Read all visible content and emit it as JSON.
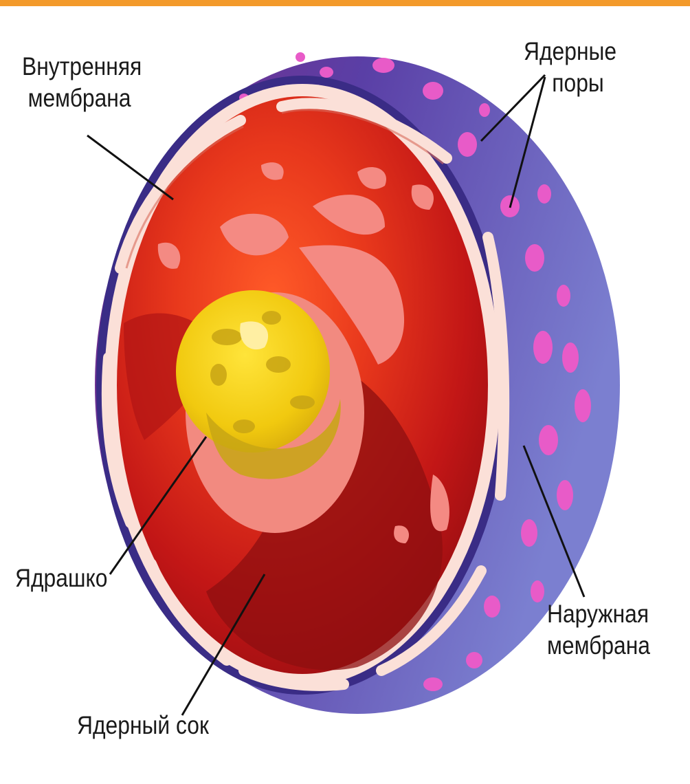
{
  "labels": {
    "inner_membrane": [
      "Внутренняя",
      "мембрана"
    ],
    "nuclear_pores": [
      "Ядерные",
      "поры"
    ],
    "nucleolus": "Ядрашко",
    "nuclear_sap": "Ядерный сок",
    "outer_membrane": [
      "Наружная",
      "мембрана"
    ]
  },
  "colors": {
    "accent_bar": "#f39a2b",
    "outer_membrane": "#5a5fb8",
    "outer_membrane_dark": "#3d2f8c",
    "nuclear_pore": "#e85bc8",
    "inner_membrane_strip": "#fbe0d8",
    "nucleoplasm": "#c71c1c",
    "nucleoplasm_dark": "#8e0f10",
    "nucleolus": "#f2cf12",
    "nucleolus_halo": "#f28a80"
  }
}
